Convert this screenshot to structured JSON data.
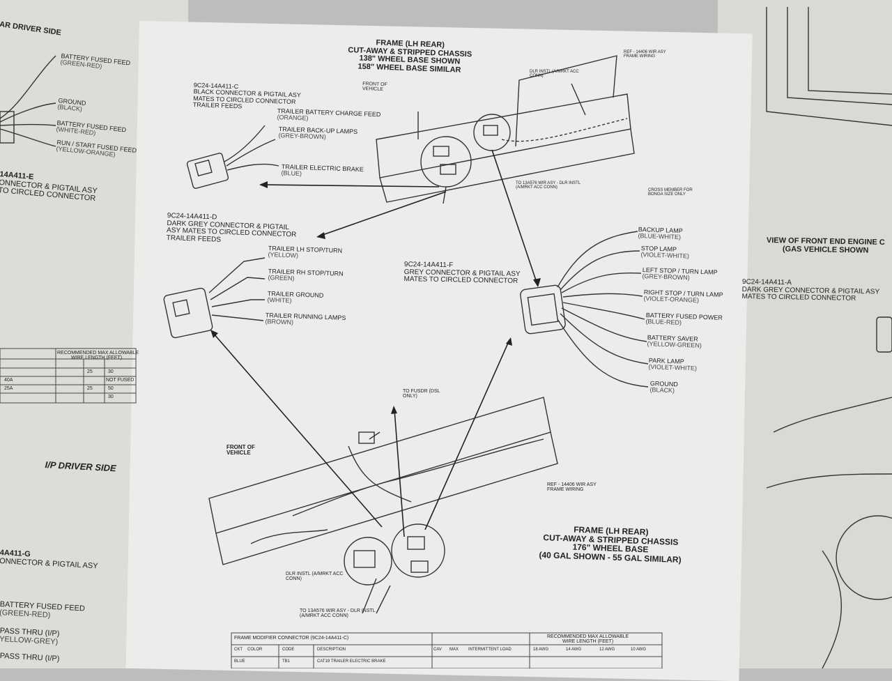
{
  "left_sheet": {
    "header": "AR DRIVER SIDE",
    "feeds": [
      {
        "label": "BATTERY FUSED FEED",
        "color": "(GREEN-RED)"
      },
      {
        "label": "GROUND",
        "color": "(BLACK)"
      },
      {
        "label": "BATTERY FUSED FEED",
        "color": "(WHITE-RED)"
      },
      {
        "label": "RUN / START FUSED FEED",
        "color": "(YELLOW-ORANGE)"
      }
    ],
    "part_e": [
      "14A411-E",
      "ONNECTOR & PIGTAIL ASY",
      "TO CIRCLED CONNECTOR"
    ],
    "table_header": [
      "RECOMMENDED MAX ALLOWABLE",
      "WIRE LENGTH (FEET)"
    ],
    "table_rows": [
      [
        "",
        "-",
        "25",
        "30"
      ],
      [
        "40A",
        "-",
        "-",
        "NOT FUSED"
      ],
      [
        "25A",
        "-",
        "25",
        "50"
      ],
      [
        "",
        "-",
        "-",
        "30"
      ]
    ],
    "ip_driver_side": "I/P DRIVER SIDE",
    "part_g": [
      "4A411-G",
      "ONNECTOR & PIGTAIL ASY"
    ],
    "bottom_feeds": [
      {
        "label": "BATTERY FUSED FEED",
        "color": "(GREEN-RED)"
      },
      {
        "label": "PASS THRU (I/P)",
        "color": "YELLOW-GREY)"
      },
      {
        "label": "PASS THRU (I/P)",
        "color": ""
      }
    ]
  },
  "top_frame": {
    "title_lines": [
      "FRAME (LH REAR)",
      "CUT-AWAY & STRIPPED CHASSIS",
      "138\" WHEEL BASE SHOWN",
      "158\" WHEEL BASE SIMILAR"
    ],
    "front_of_vehicle": "FRONT OF VEHICLE",
    "dlr_instl": "DLR INSTL (A/MRKT ACC CONN)",
    "ref_frame": "REF - 14406 WIR ASY FRAME WIRING",
    "to_13a576": "TO 13A576 WIR ASY - DLR INSTL (A/MRKT ACC CONN)",
    "cross_member": "CROSS MEMBER FOR BONGA SIZE ONLY"
  },
  "connector_c": {
    "part": "9C24-14A411-C",
    "desc_lines": [
      "BLACK CONNECTOR & PIGTAIL ASY",
      "MATES TO CIRCLED CONNECTOR",
      "TRAILER FEEDS"
    ],
    "wires": [
      {
        "label": "TRAILER BATTERY CHARGE FEED",
        "color": "(ORANGE)"
      },
      {
        "label": "TRAILER BACK-UP LAMPS",
        "color": "(GREY-BROWN)"
      },
      {
        "label": "TRAILER ELECTRIC BRAKE",
        "color": "(BLUE)"
      }
    ]
  },
  "connector_d": {
    "part": "9C24-14A411-D",
    "desc_lines": [
      "DARK GREY CONNECTOR & PIGTAIL",
      "ASY MATES TO CIRCLED CONNECTOR",
      "TRAILER FEEDS"
    ],
    "wires": [
      {
        "label": "TRAILER LH STOP/TURN",
        "color": "(YELLOW)"
      },
      {
        "label": "TRAILER RH STOP/TURN",
        "color": "(GREEN)"
      },
      {
        "label": "TRAILER GROUND",
        "color": "(WHITE)"
      },
      {
        "label": "TRAILER RUNNING LAMPS",
        "color": "(BROWN)"
      }
    ]
  },
  "connector_f": {
    "part": "9C24-14A411-F",
    "desc_lines": [
      "GREY CONNECTOR & PIGTAIL ASY",
      "MATES TO CIRCLED CONNECTOR"
    ],
    "wires": [
      {
        "label": "BACKUP LAMP",
        "color": "(BLUE-WHITE)"
      },
      {
        "label": "STOP LAMP",
        "color": "(VIOLET-WHITE)"
      },
      {
        "label": "LEFT STOP / TURN LAMP",
        "color": "(GREY-BROWN)"
      },
      {
        "label": "RIGHT STOP / TURN LAMP",
        "color": "(VIOLET-ORANGE)"
      },
      {
        "label": "BATTERY FUSED POWER",
        "color": "(BLUE-RED)"
      },
      {
        "label": "BATTERY SAVER",
        "color": "(YELLOW-GREEN)"
      },
      {
        "label": "PARK LAMP",
        "color": "(VIOLET-WHITE)"
      },
      {
        "label": "GROUND",
        "color": "(BLACK)"
      }
    ]
  },
  "bottom_frame": {
    "to_fuse": "TO FUSDR (DSL ONLY)",
    "front_of_vehicle": "FRONT OF VEHICLE",
    "ref_frame": "REF - 14406 WIR ASY FRAME WIRING",
    "dlr_instl": "DLR INSTL (A/MRKT ACC CONN)",
    "to_13a576": "TO 13A576 WIR ASY - DLR INSTL (A/MRKT ACC CONN)",
    "title_lines": [
      "FRAME (LH REAR)",
      "CUT-AWAY & STRIPPED CHASSIS",
      "176\" WHEEL BASE",
      "(40 GAL SHOWN - 55 GAL SIMILAR)"
    ]
  },
  "bottom_table": {
    "title": "FRAME MODIFIER CONNECTOR (9C24-14A411-C)",
    "right_header": [
      "RECOMMENDED MAX ALLOWABLE",
      "WIRE LENGTH (FEET)"
    ],
    "columns": [
      "CKT",
      "COLOR",
      "CODE",
      "DESCRIPTION",
      "CAV",
      "MAX",
      "INTERMITTENT LOAD",
      "18 AWG",
      "14 AWG",
      "12 AWG",
      "10 AWG"
    ],
    "row": [
      "BLUE",
      "TB1",
      "CAT19 TRAILER ELECTRIC BRAKE",
      ""
    ]
  },
  "right_sheet": {
    "view_lines": [
      "VIEW OF FRONT END ENGINE C",
      "(GAS VEHICLE SHOWN"
    ],
    "part": "9C24-14A411-A",
    "desc_lines": [
      "DARK GREY CONNECTOR & PIGTAIL ASY",
      "MATES TO CIRCLED CONNECTOR"
    ]
  }
}
